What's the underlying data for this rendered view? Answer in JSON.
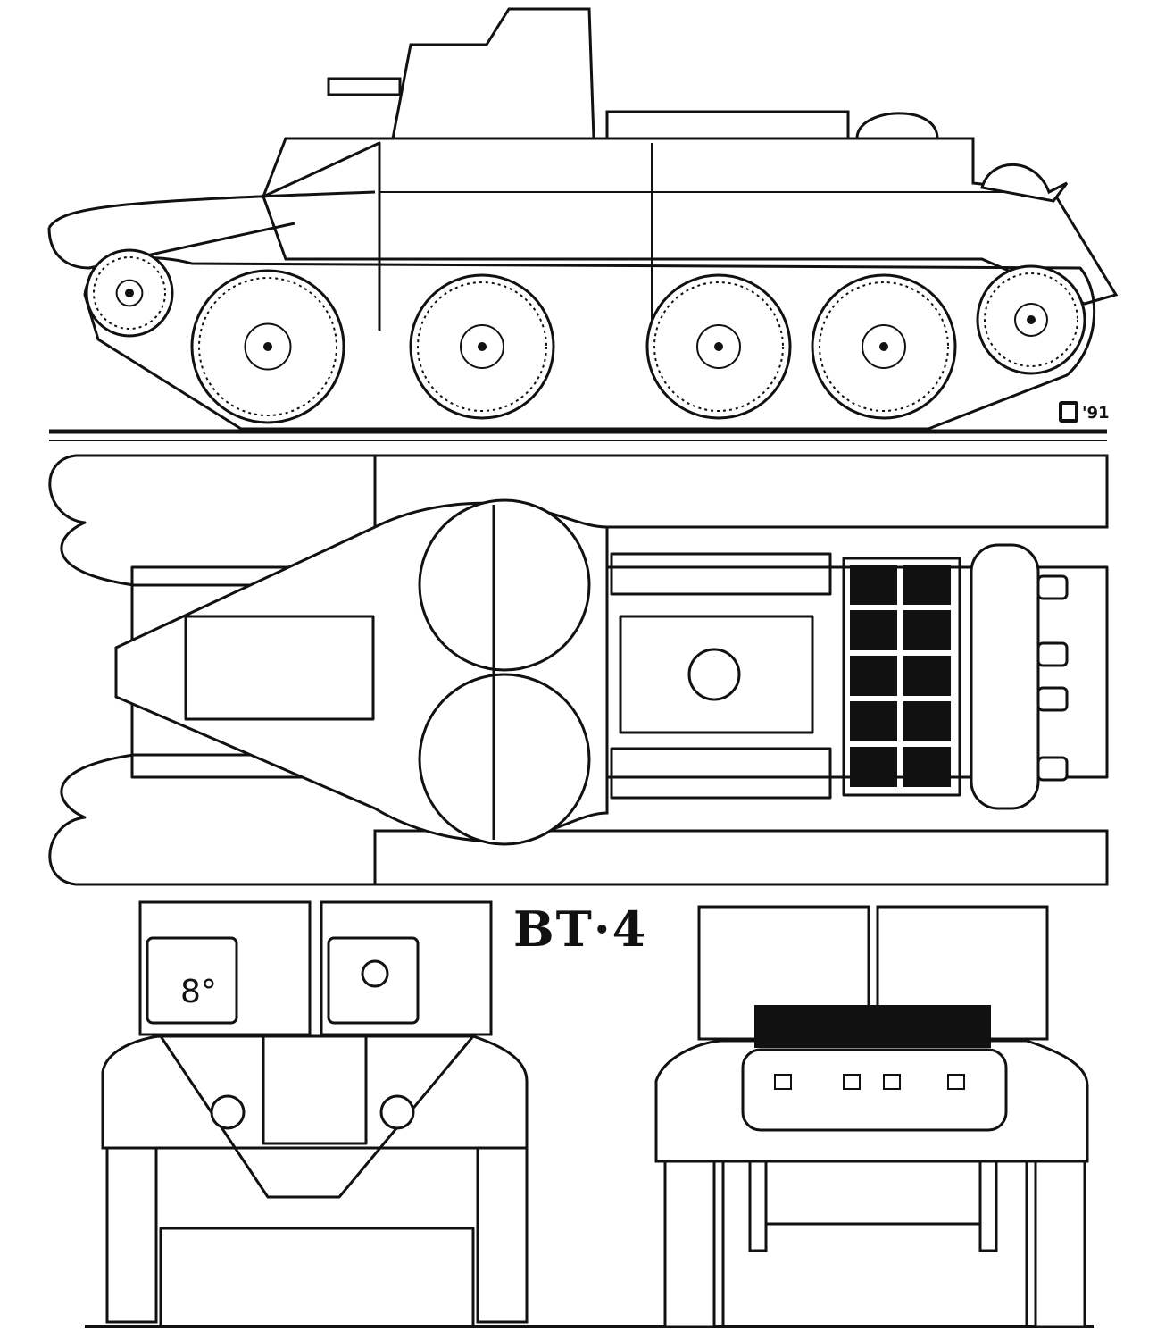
{
  "drawing": {
    "title": "BT·4",
    "signature_year": "'91",
    "hull_marking": "8°",
    "views": [
      "side",
      "top",
      "front",
      "rear"
    ]
  }
}
